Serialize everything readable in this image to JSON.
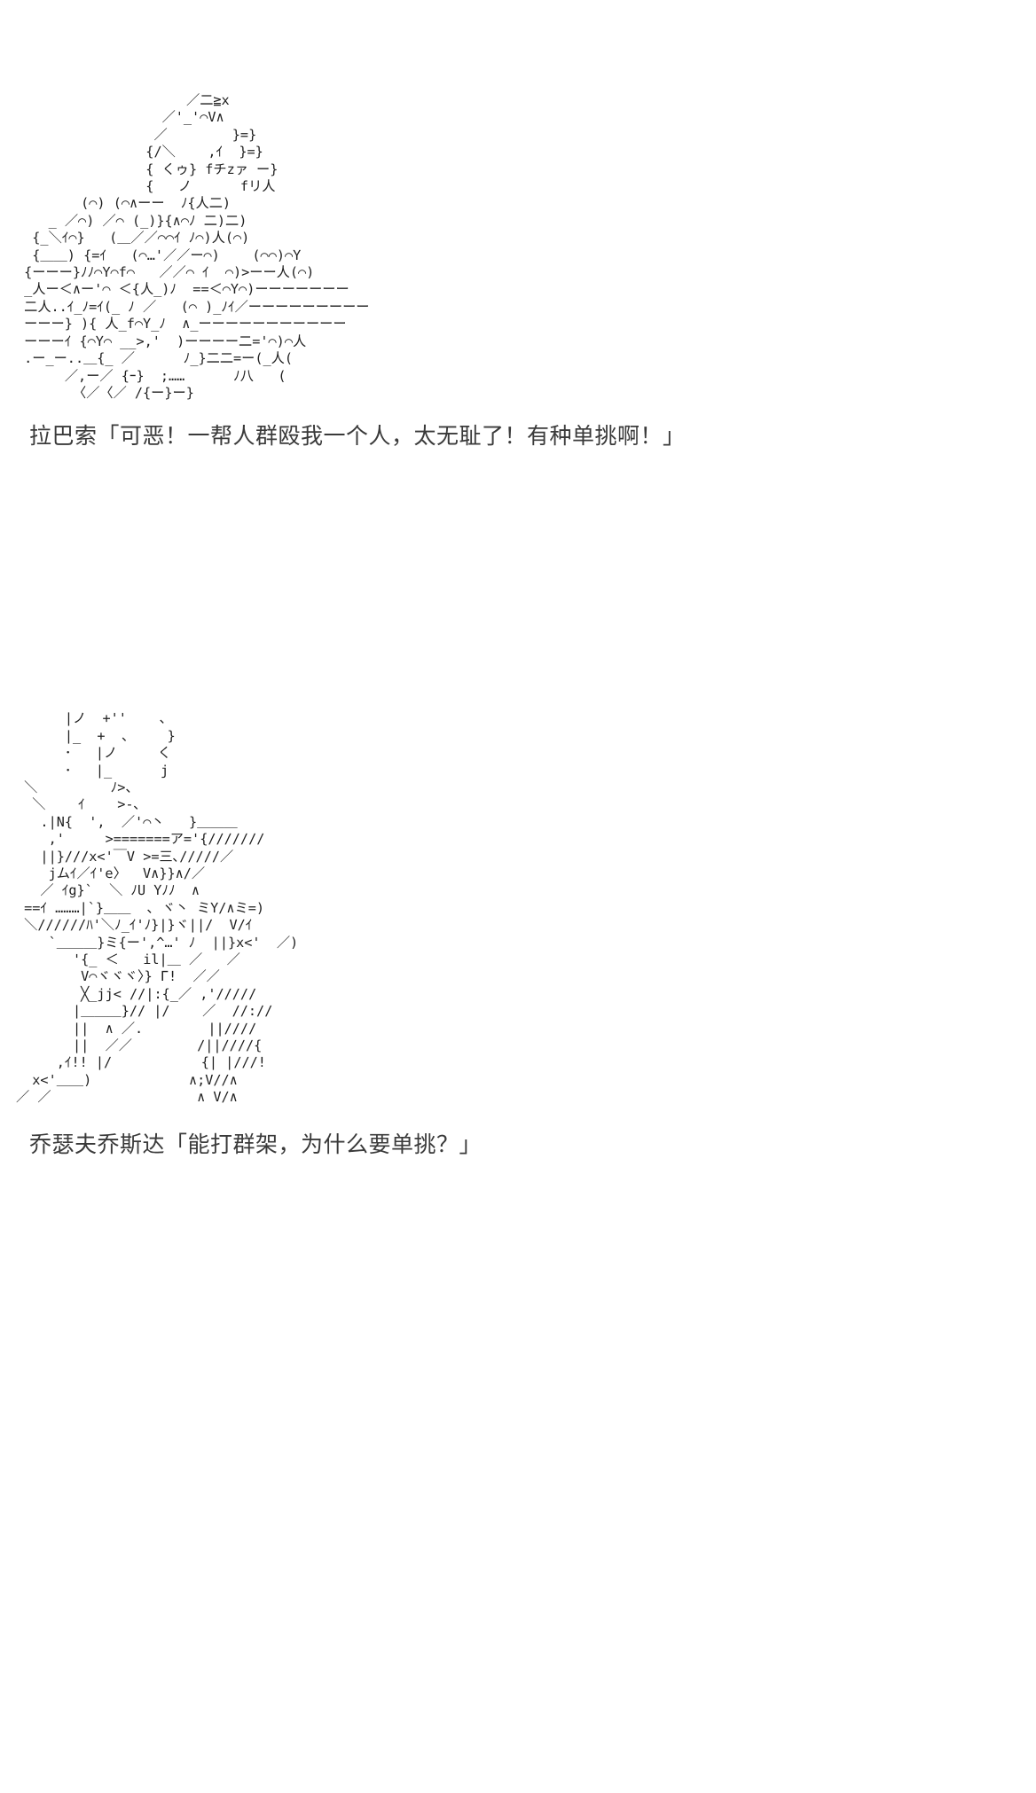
{
  "page": {
    "background_color": "#ffffff",
    "text_color": "#3a3a3a",
    "art_color": "#1e1e1e"
  },
  "posts": [
    {
      "id": "post-1",
      "speaker": "拉巴索",
      "line": "拉巴索「可恶！一帮人群殴我一个人，太无耻了！有种单挑啊！」",
      "art_name": "ascii-art-rabasso",
      "art": "                     ／二≧x\n                  ／'_'⌒V∧\n                 ／        }=}\n                {/＼    ,ｲ  }=}\n                { くゥ} fチzァ ー}\n                {   ノ      fリ人\n        (⌒) (⌒∧ーー  ﾉ{人二)\n    _ ／⌒) ／⌒ (_)}{∧⌒ﾉ 二)二)\n  {_＼ｲ⌒}   (＿／／⌒⌒ｲ ﾉ⌒)人(⌒)\n  {＿＿) {=ｲ   (⌒…'／／ー⌒)    (⌒⌒)⌒Y\n {ーーー}ﾉﾉ⌒Y⌒f⌒   ／／⌒ ｲ  ⌒)>ーー人(⌒)\n _人ー＜∧ー'⌒ ＜{人_)ﾉ  ==＜⌒Y⌒)ーーーーーーー\n 二人..ｲ_ﾉ=ｲ(_ ﾉ ／   (⌒ )_ﾉｲ／ーーーーーーーーー\n ーーー} ){ 人_f⌒Y_ﾉ  ∧_ーーーーーーーーーーー\n ーーーｲ {⌒Y⌒ __>,'  )ーーーー二='⌒)⌒人\n .ー_ー..＿{_ ／      ﾉ_}二二=ー(_人(\n      ／,ー／ {ｰ}  ;……      ﾉ八   (\n       〈／〈／ /{ー}ー}"
    },
    {
      "id": "post-2",
      "speaker": "乔瑟夫乔斯达",
      "line": "乔瑟夫乔斯达「能打群架，为什么要单挑？」",
      "art_name": "ascii-art-joseph-joestar",
      "art": "      |ノ  +''    、\n      |_  +  、    }\n      ･   |ノ     く\n      ･   |_      j\n ＼         ﾉ>、\n  ＼    ｲ    >-､\n   .|N{  ',  ／'⌒丶   }＿＿＿\n    ,'     >=======ア='{///////\n   ||}///x<'￣V >=三､/////／\n    jムｲ／ｲ'e〉  V∧}}∧/／\n   ／ ｲg}`  ＼ ﾉU Yﾉﾉ  ∧\n ==ｲ ………|`}＿＿  ､ ヾ丶 ミY/∧ミ=)\n ＼//////ﾊ'＼ﾉ_ｲ'ﾉ}|}ヾ||/  V/ｲ\n    `＿＿＿}ミ{ー',^…' ﾉ  ||}x<'  ／)\n       '{_ ＜   il|＿ ／   ／\n        V⌒ヾヾヾ〉} Γ!  ／／\n        ╳_jj< //|:{_／ ,'/////\n       |＿＿＿}// |/    ／  //://\n       ||  ∧ ／.        ||////\n       ||  ／／        /||////{\n     ,ｲ!! |/           {| |///!\n  x<'＿＿)            ∧;V//∧\n／ ／                  ∧ V/∧"
    }
  ]
}
